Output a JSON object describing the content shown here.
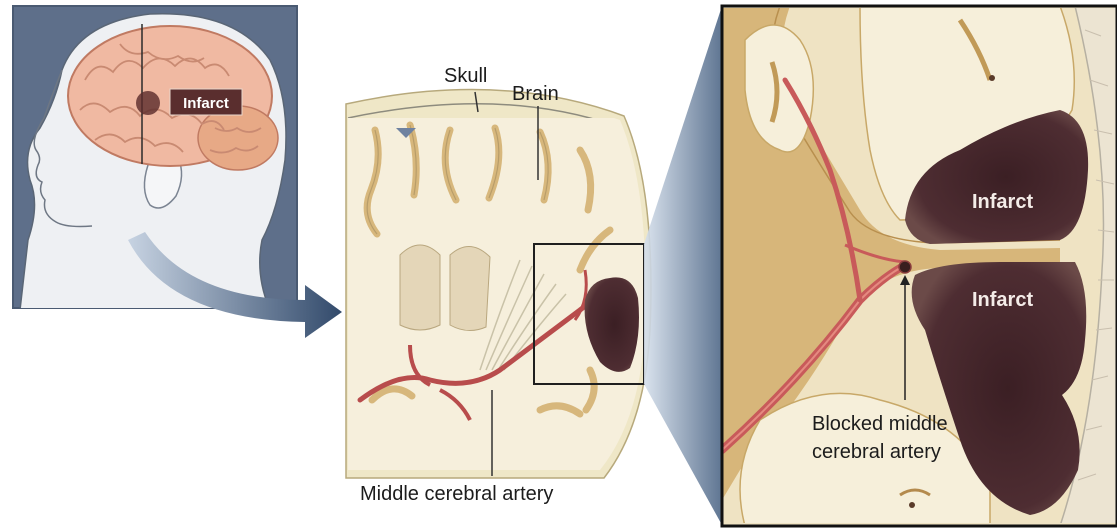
{
  "labels": {
    "head_infarct": "Infarct",
    "skull": "Skull",
    "brain": "Brain",
    "middle_cerebral_artery": "Middle cerebral artery",
    "infarct_upper": "Infarct",
    "infarct_lower": "Infarct",
    "blocked_line1": "Blocked middle",
    "blocked_line2": "cerebral artery"
  },
  "colors": {
    "head_panel_bg": "#5e6f8a",
    "infarct": "#4a2a2e",
    "artery": "#c85a5a",
    "brain_tissue": "#f3ead2",
    "gray_matter": "#d9bb86",
    "callout_blue": "#5b7290"
  }
}
